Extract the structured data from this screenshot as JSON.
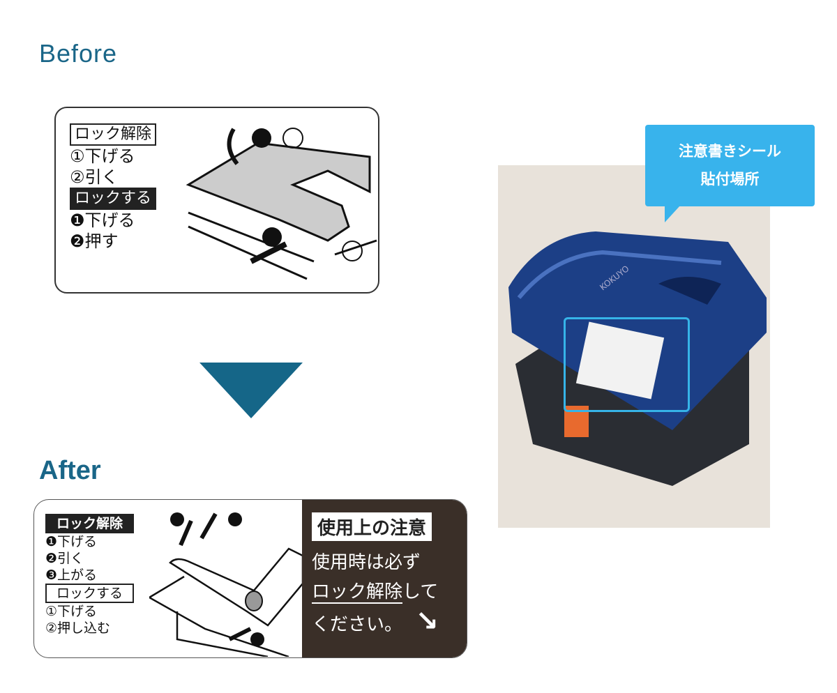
{
  "before": {
    "title": "Before",
    "unlock": {
      "heading": "ロック解除",
      "steps": [
        "①下げる",
        "②引く"
      ]
    },
    "lock": {
      "heading": "ロックする",
      "steps": [
        "❶下げる",
        "❷押す"
      ]
    }
  },
  "after": {
    "title": "After",
    "unlock": {
      "heading": "ロック解除",
      "steps": [
        "❶下げる",
        "❷引く",
        "❸上がる"
      ]
    },
    "lock": {
      "heading": "ロックする",
      "steps": [
        "①下げる",
        "②押し込む"
      ]
    },
    "caution": {
      "heading": "使用上の注意",
      "line1": "使用時は必ず",
      "line2": "ロック解除",
      "line2b": "して",
      "line3": "ください。"
    }
  },
  "photo": {
    "callout_line1": "注意書きシール",
    "callout_line2": "貼付場所",
    "brand": "KOKUYO"
  },
  "colors": {
    "heading": "#1a6688",
    "arrow": "#156688",
    "callout": "#38b3ec",
    "dark_panel": "#3a2f28",
    "punch_blue": "#1c3f86"
  }
}
